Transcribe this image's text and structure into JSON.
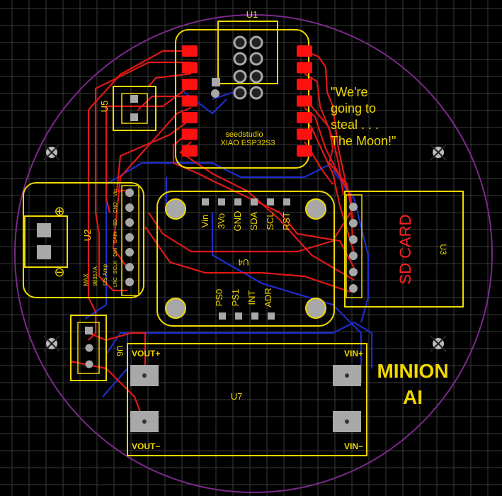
{
  "colors": {
    "background": "#000000",
    "grid": "#3a3a3a",
    "board_outline": "#7a2a8a",
    "silkscreen": "#f0d800",
    "trace_top": "#e01818",
    "trace_bottom": "#1e2ccc",
    "pad": "#a8a8a8",
    "pad_smd": "#ff1010",
    "sd_text": "#ff2020",
    "mount_hole": "#c8c8c8"
  },
  "u1": {
    "ref": "U1",
    "brand": "seedstudio",
    "model": "XIAO ESP32S3"
  },
  "quote": {
    "line1": "\"We're",
    "line2": "going to",
    "line3": "steal . . .",
    "line4": "The Moon!\""
  },
  "u2": {
    "ref": "U2",
    "pins": [
      "Vin",
      "GND",
      "SD",
      "GAIN",
      "DIN",
      "BCLK",
      "LRC"
    ],
    "part1": "MAX",
    "part2": "98357A",
    "part3": "I2S Amp",
    "plus_symbol": "⊕",
    "minus_symbol": "⊖"
  },
  "u3": {
    "ref": "U3",
    "label": "SD CARD"
  },
  "u4": {
    "ref": "U4",
    "top_pins": [
      "Vin",
      "3Vo",
      "GND",
      "SDA",
      "SCL",
      "RST"
    ],
    "bottom_pins": [
      "PS0",
      "PS1",
      "INT",
      "ADR"
    ]
  },
  "u5": {
    "ref": "U5"
  },
  "u6": {
    "ref": "U6"
  },
  "u7": {
    "ref": "U7",
    "vout_plus": "VOUT+",
    "vout_minus": "VOUT−",
    "vin_plus": "VIN+",
    "vin_minus": "VIN−"
  },
  "title": {
    "line1": "MINION",
    "line2": "AI"
  }
}
